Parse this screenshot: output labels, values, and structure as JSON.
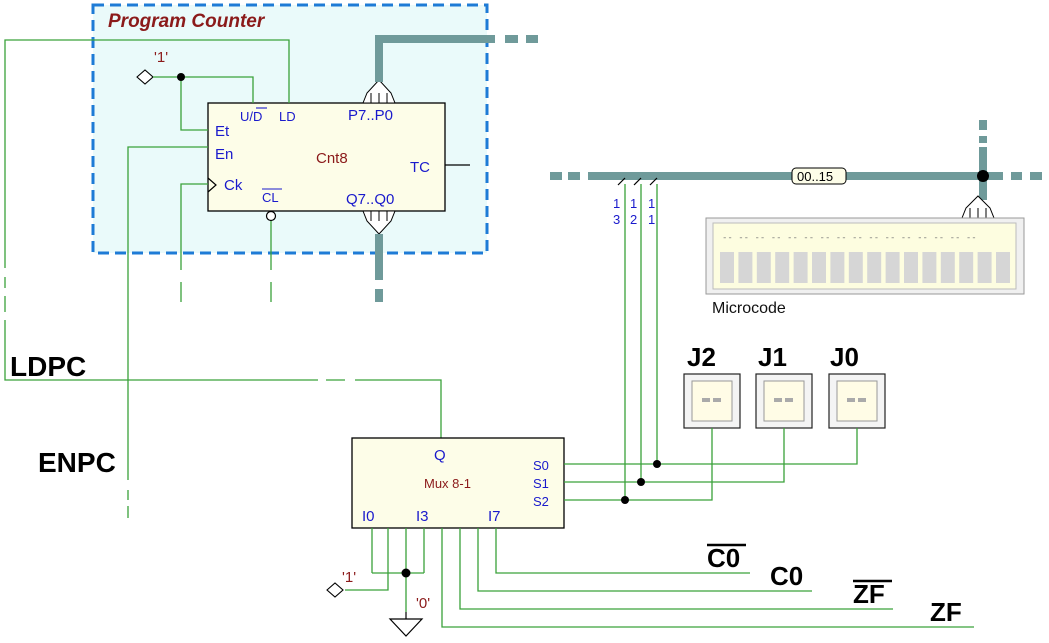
{
  "program_counter": {
    "title": "Program Counter",
    "chip_name": "Cnt8",
    "pins": {
      "ud": "U/D",
      "ld": "LD",
      "et": "Et",
      "en": "En",
      "ck": "Ck",
      "cl": "CL",
      "p": "P7..P0",
      "q": "Q7..Q0",
      "tc": "TC"
    },
    "const_one": "'1'"
  },
  "microcode": {
    "label": "Microcode",
    "bus_label": "00..15",
    "display_text": "-- -- -- -- -- -- -- -- -- -- -- -- -- -- -- --",
    "taps": [
      {
        "top": "1",
        "bottom": "3"
      },
      {
        "top": "1",
        "bottom": "2"
      },
      {
        "top": "1",
        "bottom": "1"
      }
    ]
  },
  "jumpers": [
    "J2",
    "J1",
    "J0"
  ],
  "mux": {
    "chip_name": "Mux 8-1",
    "q": "Q",
    "selects": [
      "S0",
      "S1",
      "S2"
    ],
    "inputs": [
      "I0",
      "I3",
      "I7"
    ],
    "const_one": "'1'",
    "const_zero": "'0'"
  },
  "signals": {
    "ldpc": "LDPC",
    "enpc": "ENPC",
    "c0_bar": "C0",
    "c0": "C0",
    "zf_bar": "ZF",
    "zf": "ZF"
  }
}
